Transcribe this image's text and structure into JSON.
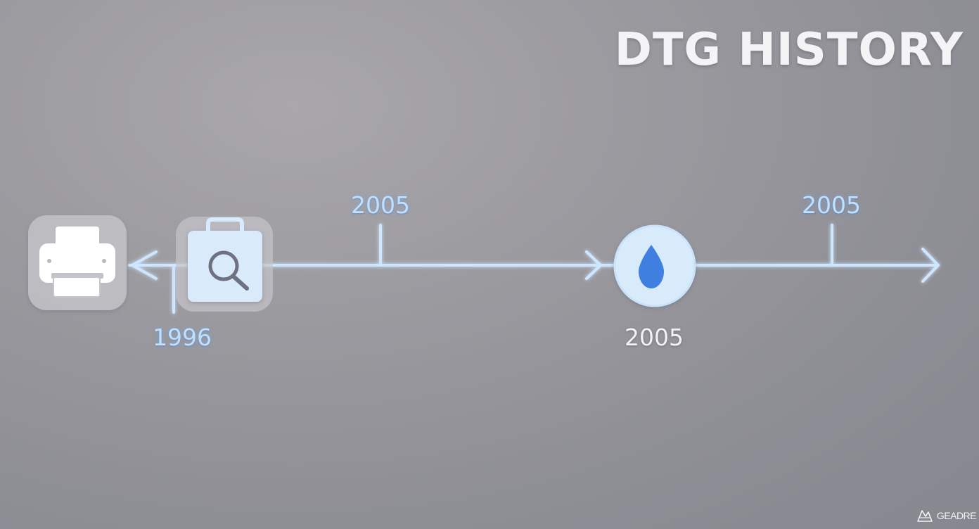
{
  "title": "DTG HISTORY",
  "timeline": {
    "year_above_1": "2005",
    "year_above_2": "2005",
    "year_below_1": "1996",
    "year_below_2": "2005"
  },
  "icons": {
    "printer": "printer-icon",
    "search": "magnifier-bag-icon",
    "ink": "ink-drop-icon"
  },
  "colors": {
    "timeline_line": "#cfe6ff",
    "label_blue": "#bfe0ff",
    "badge_bg": "#d8ebfb",
    "drop": "#3f7fe0",
    "title": "#f4f4f6"
  },
  "watermark": "GEADRE"
}
